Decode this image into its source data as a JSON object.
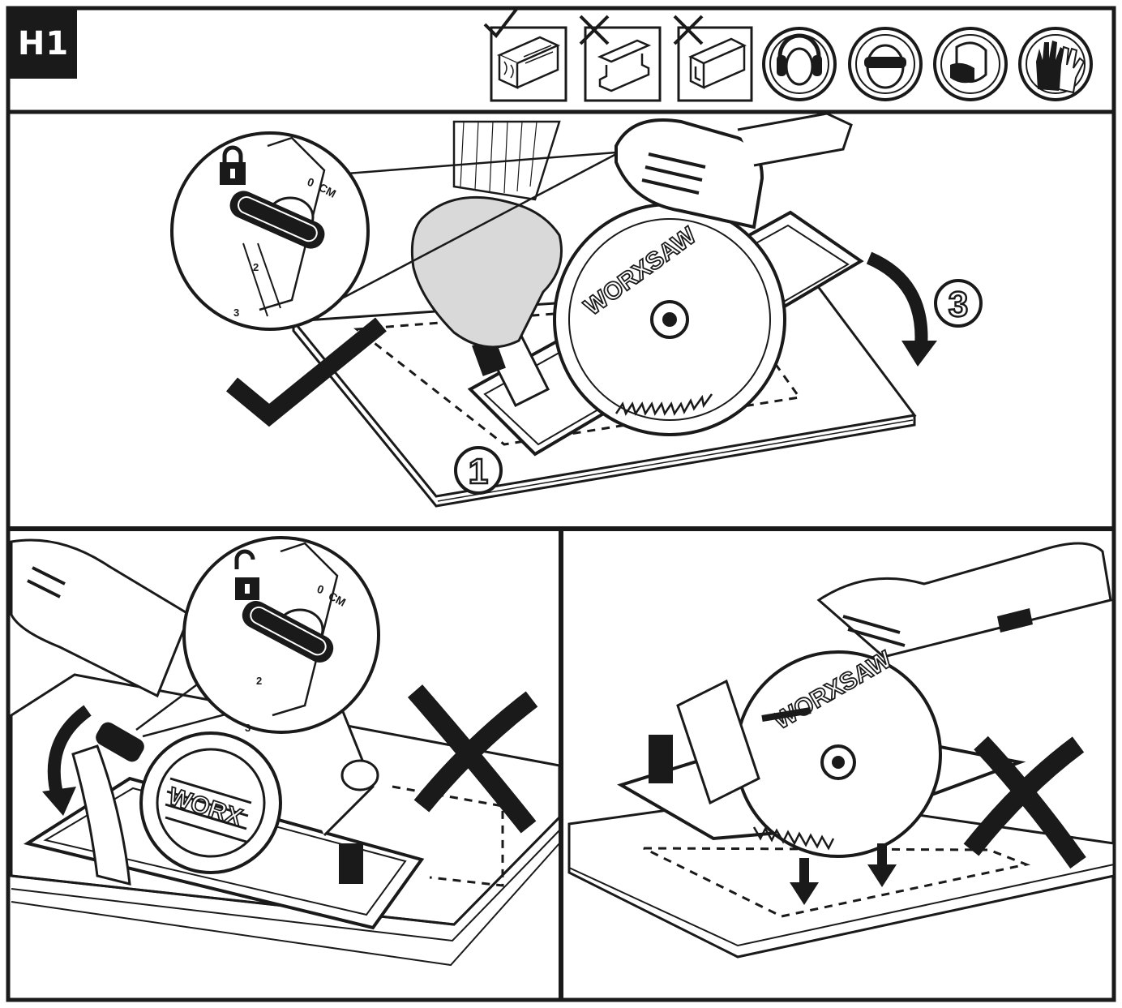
{
  "header": {
    "step_id": "H1",
    "material_icons": [
      {
        "name": "wood-allowed-icon",
        "status": "allowed"
      },
      {
        "name": "metal-profile-not-allowed-icon",
        "status": "not-allowed"
      },
      {
        "name": "channel-profile-not-allowed-icon",
        "status": "not-allowed"
      }
    ],
    "ppe_icons": [
      "ear-protection-icon",
      "eye-protection-icon",
      "dust-mask-icon",
      "gloves-icon"
    ]
  },
  "panel_top": {
    "result": "correct",
    "inset_scale": {
      "zero_label": "0",
      "unit_label": "CM",
      "tick_2": "2",
      "tick_3": "3"
    },
    "lock_state": "locked",
    "blade_brand": "WORXSAW",
    "callout_1": "1",
    "callout_3": "3"
  },
  "panel_bottom_left": {
    "result": "incorrect",
    "inset_scale": {
      "zero_label": "0",
      "unit_label": "CM",
      "tick_2": "2",
      "tick_3": "3"
    },
    "lock_state": "unlocked",
    "motor_brand": "WORX"
  },
  "panel_bottom_right": {
    "result": "incorrect",
    "blade_brand": "WORXSAW"
  },
  "colors": {
    "ink": "#1a1a1a",
    "paper": "#ffffff",
    "glove": "#d9d9d9"
  }
}
